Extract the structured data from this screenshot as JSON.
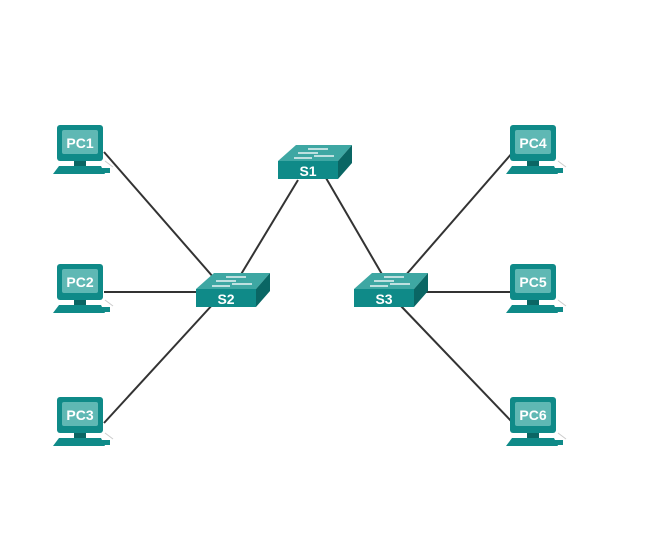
{
  "switches": [
    {
      "label": "S1"
    },
    {
      "label": "S2"
    },
    {
      "label": "S3"
    }
  ],
  "pcs": [
    {
      "label": "PC1"
    },
    {
      "label": "PC2"
    },
    {
      "label": "PC3"
    },
    {
      "label": "PC4"
    },
    {
      "label": "PC5"
    },
    {
      "label": "PC6"
    }
  ],
  "colors": {
    "device": "#0f8a88",
    "device_light": "#5fb8b4",
    "device_dark": "#0a6664",
    "link": "#333333"
  }
}
